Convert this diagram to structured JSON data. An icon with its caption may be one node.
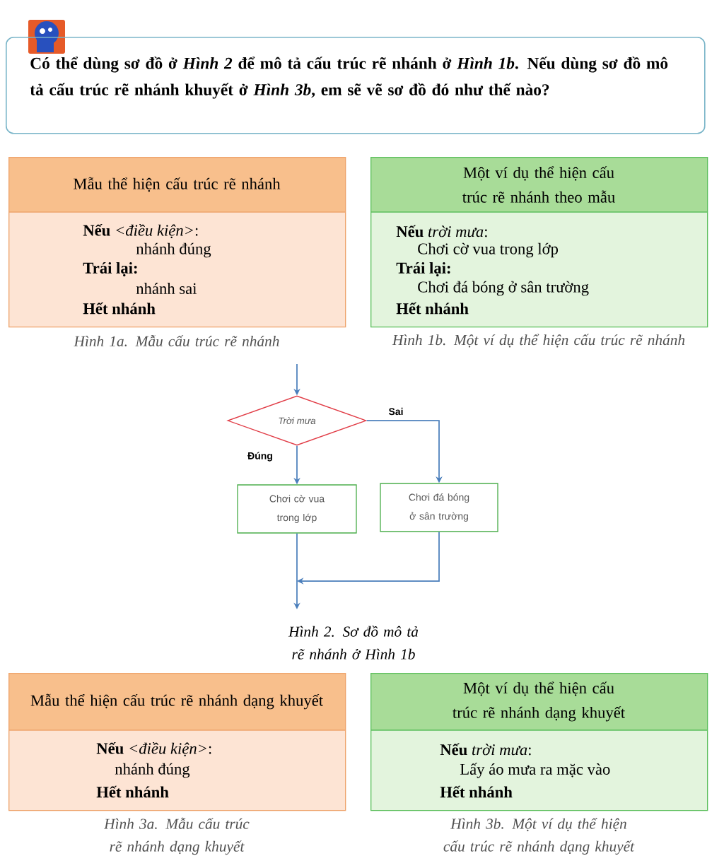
{
  "diagram": {
    "nodes": [
      {
        "text": [
          "Có thể dùng sơ đồ ở *Hình 2* để mô tả cấu trúc rẽ nhánh ở *Hình 1b*. Nếu dùng sơ đồ mô tả cấu trúc rẽ nhánh khuyết ở *Hình 3b*, em sẽ vẽ sơ đồ đó như thế nào?"
        ]
      },
      {
        "text": [
          "Mẫu thể hiện cấu trúc rẽ nhánh",
          "**Nếu** *<điều kiện>*:",
          "nhánh đúng",
          "Trái lại:",
          "nhánh sai",
          "Hết nhánh"
        ],
        "beside": [
          "Hình 1a. Mẫu cấu trúc rẽ nhánh"
        ]
      },
      {
        "text": [
          "Một ví dụ thể hiện cấu trúc rẽ nhánh theo mẫu",
          "**Nếu** *trời mưa*:",
          "Chơi cờ vua trong lớp",
          "Trái lại:",
          "Chơi đá bóng ở sân trường",
          "Hết nhánh"
        ],
        "beside": [
          "Hình 1b. Một ví dụ thể hiện cấu trúc rẽ nhánh"
        ]
      },
      {
        "text": [
          "Trời mưa"
        ]
      },
      {
        "text": [
          "Chơi cờ vua trong lớp"
        ]
      },
      {
        "text": [
          "Chơi đá bóng ở sân trường"
        ]
      },
      {
        "text": [
          "Mẫu thể hiện cấu trúc rẽ nhánh dạng khuyết",
          "**Nếu** *<điều kiện>*:",
          "nhánh đúng",
          "Hết nhánh"
        ],
        "beside": [
          "Hình 3a. Mẫu cấu trúc rẽ nhánh dạng khuyết"
        ]
      },
      {
        "text": [
          "Một ví dụ thể hiện cấu trúc rẽ nhánh dạng khuyết",
          "**Nếu** *trời mưa*:",
          "Lấy áo mưa ra mặc vào",
          "Hết nhánh"
        ],
        "beside": [
          "Hình 3b. Một ví dụ thể hiện cấu trúc rẽ nhánh dạng khuyết"
        ]
      }
    ],
    "edges": [
      {
        "from": null,
        "to": 3,
        "arrow": "to"
      },
      {
        "from": 3,
        "to": 4,
        "arrow": "to",
        "label": "Đúng"
      },
      {
        "from": 3,
        "to": 5,
        "arrow": "to",
        "label": "Sai"
      },
      {
        "from": 4,
        "to": null,
        "arrow": "to"
      },
      {
        "from": 5,
        "to": null,
        "arrow": "to"
      }
    ],
    "labels": [
      "Hình 2. Sơ đồ mô tả rẽ nhánh ở Hình 1b"
    ]
  }
}
